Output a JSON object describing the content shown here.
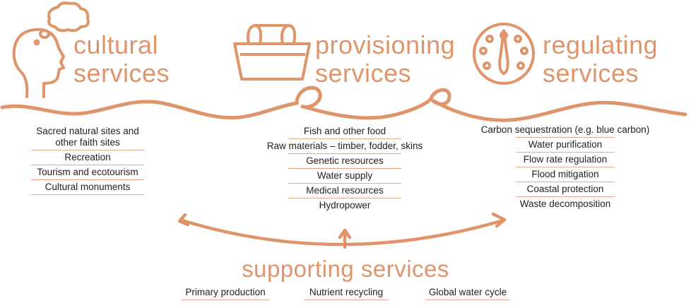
{
  "cultural": {
    "title_line1": "cultural",
    "title_line2": "services",
    "items": [
      "Sacred natural sites and other faith sites",
      "Recreation",
      "Tourism and ecotourism",
      "Cultural monuments"
    ]
  },
  "provisioning": {
    "title_line1": "provisioning",
    "title_line2": "services",
    "items": [
      "Fish and other food",
      "Raw materials – timber, fodder, skins",
      "Genetic resources",
      "Water supply",
      "Medical resources",
      "Hydropower"
    ]
  },
  "regulating": {
    "title_line1": "regulating",
    "title_line2": "services",
    "items": [
      "Carbon sequestration  (e.g. blue carbon)",
      "Water purification",
      "Flow rate regulation",
      "Flood mitigation",
      "Coastal protection",
      "Waste decomposition"
    ]
  },
  "supporting": {
    "title": "supporting services",
    "items": [
      "Primary production",
      "Nutrient recycling",
      "Global water cycle"
    ]
  },
  "colors": {
    "accent": "#e0946a",
    "wave": "#e0946a",
    "text": "#222222"
  },
  "icons": [
    "head-thought-icon",
    "basket-icon",
    "gauge-icon"
  ]
}
